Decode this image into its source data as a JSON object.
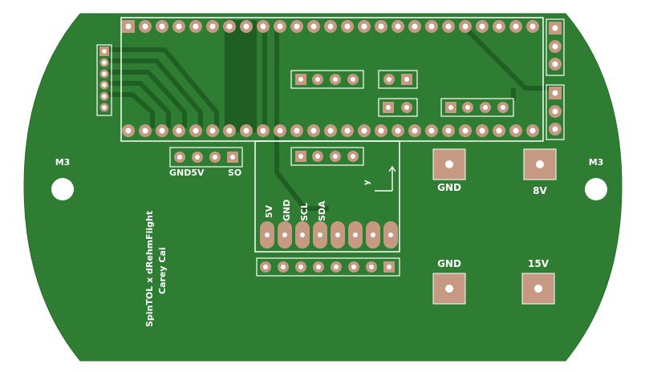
{
  "board": {
    "colors": {
      "soldermask": "#2e7d32",
      "trace": "#1f5f24",
      "silkscreen": "#ffffff",
      "pad_copper": "#c69a82",
      "pad_hole": "#ffffff",
      "background": "#ffffff"
    }
  },
  "labels": {
    "mount_left": "M3",
    "mount_right": "M3",
    "header_gnd5v": "GND5V",
    "header_so": "SO",
    "i2c_5v": "5V",
    "i2c_gnd": "GND",
    "i2c_scl": "SCL",
    "i2c_sda": "SDA",
    "axis_y": "y",
    "pad_gnd_top": "GND",
    "pad_8v": "8V",
    "pad_gnd_bottom": "GND",
    "pad_15v": "15V",
    "credit_line1": "SpinTOL x dRehmFlight",
    "credit_line2": "Carey Cai"
  }
}
